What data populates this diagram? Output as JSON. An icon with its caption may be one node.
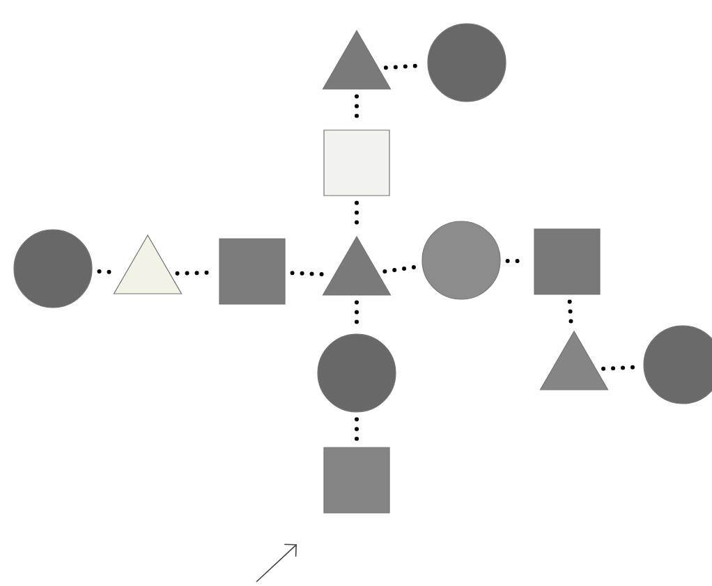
{
  "diagram": {
    "nodes": [
      {
        "text": [],
        "shape": "triangle"
      },
      {
        "text": [],
        "shape": "circle"
      },
      {
        "text": [],
        "shape": "box"
      },
      {
        "text": [],
        "shape": "circle"
      },
      {
        "text": [],
        "shape": "triangle"
      },
      {
        "text": [],
        "shape": "box"
      },
      {
        "text": [],
        "shape": "triangle"
      },
      {
        "text": [],
        "shape": "circle"
      },
      {
        "text": [],
        "shape": "box"
      },
      {
        "text": [],
        "shape": "circle"
      },
      {
        "text": [],
        "shape": "triangle"
      },
      {
        "text": [],
        "shape": "circle"
      },
      {
        "text": [],
        "shape": "box"
      }
    ],
    "edges": [
      {
        "from": 0,
        "to": 1,
        "arrow": "none"
      },
      {
        "from": 0,
        "to": 2,
        "arrow": "none"
      },
      {
        "from": 2,
        "to": 6,
        "arrow": "none"
      },
      {
        "from": 3,
        "to": 4,
        "arrow": "none"
      },
      {
        "from": 4,
        "to": 5,
        "arrow": "none"
      },
      {
        "from": 5,
        "to": 6,
        "arrow": "none"
      },
      {
        "from": 6,
        "to": 7,
        "arrow": "none"
      },
      {
        "from": 7,
        "to": 8,
        "arrow": "none"
      },
      {
        "from": 8,
        "to": 10,
        "arrow": "none"
      },
      {
        "from": 10,
        "to": 11,
        "arrow": "none"
      },
      {
        "from": 6,
        "to": 9,
        "arrow": "none"
      },
      {
        "from": 9,
        "to": 12,
        "arrow": "none"
      }
    ]
  }
}
